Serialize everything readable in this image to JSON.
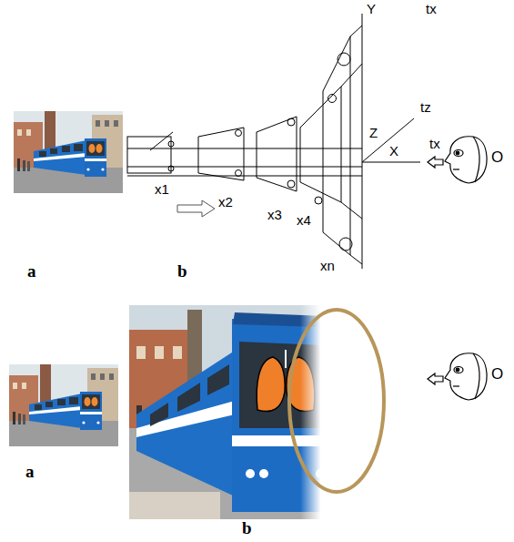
{
  "diagram": {
    "labels": [
      "Y",
      "tx",
      "tz",
      "Z",
      "tx",
      "X",
      "O",
      "x1",
      "x2",
      "x3",
      "x4",
      "xn",
      "a",
      "b",
      "a",
      "b",
      "O"
    ]
  }
}
